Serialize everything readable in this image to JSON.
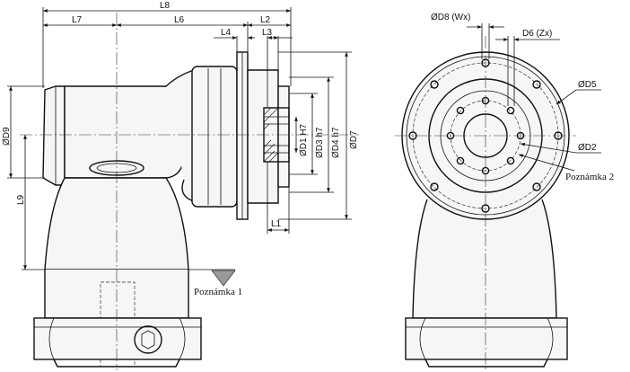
{
  "labels": {
    "l8": "L8",
    "l7": "L7",
    "l6": "L6",
    "l2": "L2",
    "l4": "L4",
    "l3": "L3",
    "l1": "L1",
    "l9": "L9",
    "d9": "ØD9",
    "d1": "ØD1 H7",
    "d3": "ØD3 h7",
    "d4": "ØD4 h7",
    "d7": "ØD7",
    "d8": "ØD8 (Wx)",
    "d6": "D6 (Zx)",
    "d5": "ØD5",
    "d2": "ØD2",
    "note1": "Poznámka 1",
    "note2": "Poznámka 2"
  }
}
